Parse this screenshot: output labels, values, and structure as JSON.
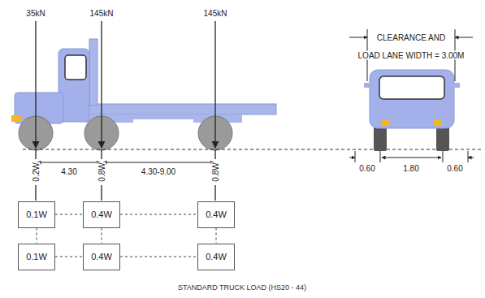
{
  "diagram": {
    "caption": "STANDARD TRUCK LOAD (HS20 - 44)",
    "nodes": [
      {
        "text": [
          "0.1W"
        ]
      },
      {
        "text": [
          "0.4W"
        ]
      },
      {
        "text": [
          "0.4W"
        ]
      },
      {
        "text": [
          "0.1W"
        ]
      },
      {
        "text": [
          "0.4W"
        ]
      },
      {
        "text": [
          "0.4W"
        ]
      }
    ],
    "edges": [
      {
        "from": 0,
        "to": 1,
        "arrow": "none"
      },
      {
        "from": 1,
        "to": 2,
        "arrow": "none"
      },
      {
        "from": 3,
        "to": 4,
        "arrow": "none"
      },
      {
        "from": 4,
        "to": 5,
        "arrow": "none"
      },
      {
        "from": 0,
        "to": 3,
        "arrow": "none"
      },
      {
        "from": 1,
        "to": 4,
        "arrow": "none"
      },
      {
        "from": 2,
        "to": 5,
        "arrow": "none"
      }
    ],
    "labels": [
      "35kN",
      "145kN",
      "145kN",
      "4.30",
      "4.30-9.00",
      "0.2W",
      "0.8W",
      "0.8W",
      "CLEARANCE AND",
      "LOAD LANE WIDTH = 3.00M",
      "0.60",
      "1.80",
      "0.60"
    ]
  }
}
